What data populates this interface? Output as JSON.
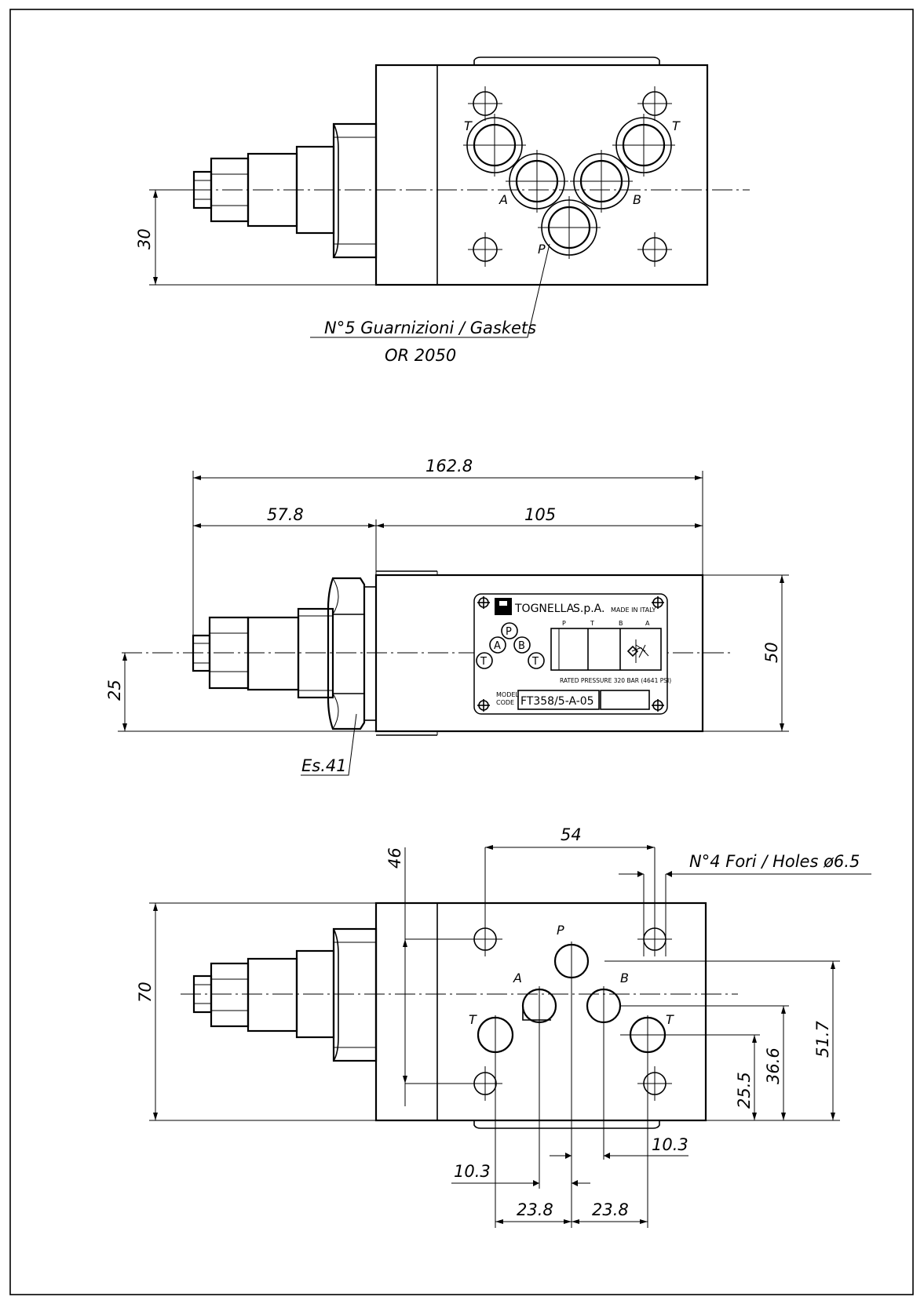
{
  "top_view": {
    "dim_height": "30",
    "ports": {
      "t_left": "T",
      "t_right": "T",
      "a": "A",
      "b": "B",
      "p": "P"
    },
    "gasket_note_line1": "N°5 Guarnizioni / Gaskets",
    "gasket_note_line2": "OR 2050"
  },
  "side_view": {
    "dim_overall_length": "162.8",
    "dim_cartridge_length": "57.8",
    "dim_body_length": "105",
    "dim_axis_height": "25",
    "dim_body_height": "50",
    "wrench_note": "Es.41",
    "nameplate": {
      "brand": "TOGNELLA",
      "company_suffix": "S.p.A.",
      "made_in": "MADE IN ITALY",
      "cols": [
        "P",
        "T",
        "B",
        "A"
      ],
      "port_circles": [
        "P",
        "A",
        "B",
        "T",
        "T"
      ],
      "pressure": "RATED PRESSURE 320 BAR (4641 PSI)",
      "model_label_1": "MODEL",
      "model_label_2": "CODE",
      "model_code": "FT358/5-A-05",
      "serial": ""
    }
  },
  "bottom_view": {
    "dim_hole_spacing_x": "54",
    "holes_note": "N°4 Fori / Holes ø6.5",
    "dim_hole_spacing_y": "46",
    "dim_width": "70",
    "dim_p_height": "51.7",
    "dim_ab_height": "36.6",
    "dim_t_height": "25.5",
    "dim_b_offset": "10.3",
    "dim_a_offset": "10.3",
    "dim_t_left_offset": "23.8",
    "dim_t_right_offset": "23.8",
    "ports": {
      "p": "P",
      "a": "A",
      "b": "B",
      "t_left": "T",
      "t_right": "T"
    }
  }
}
